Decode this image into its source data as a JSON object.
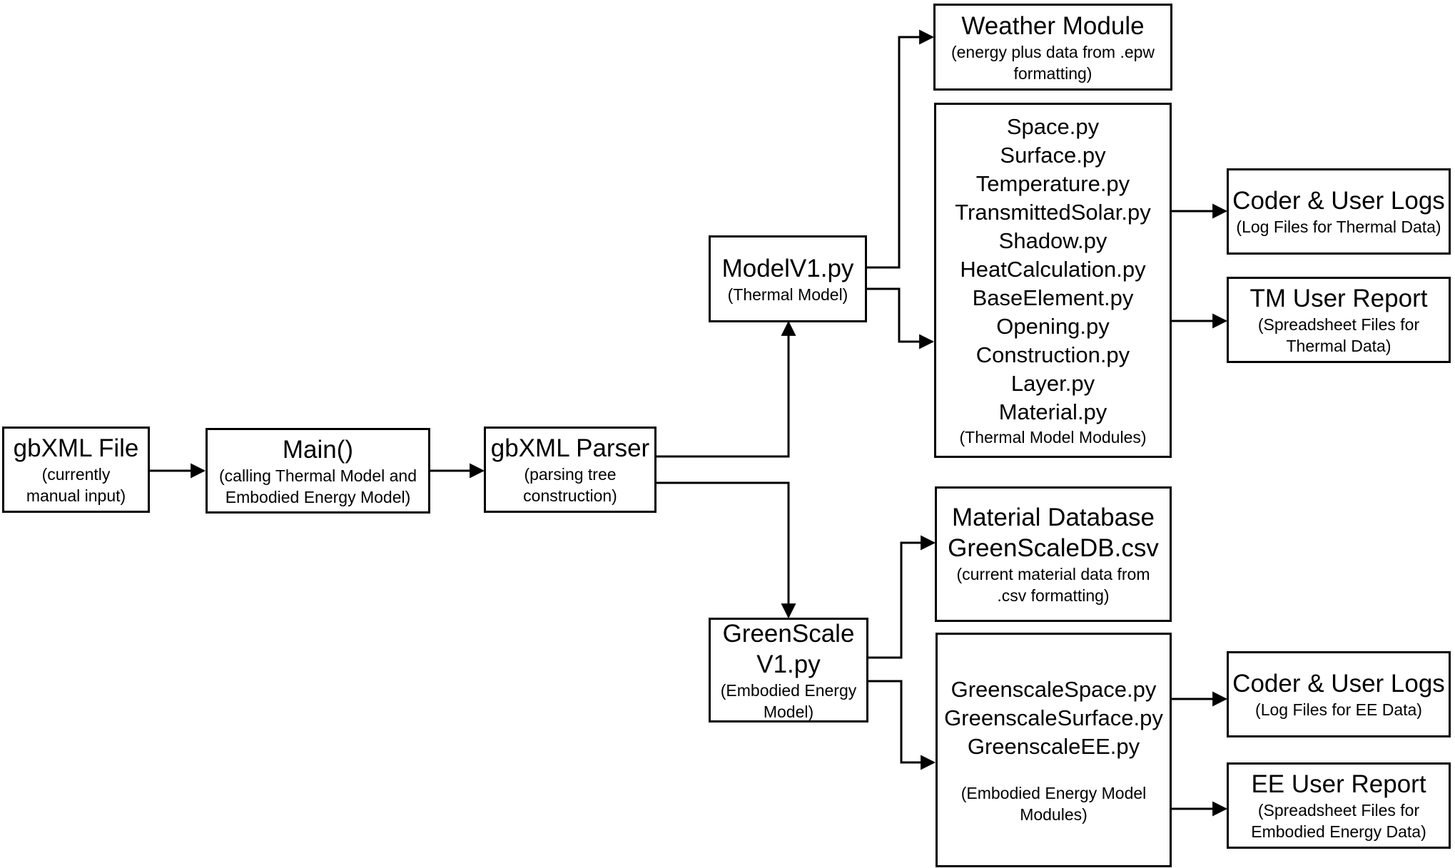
{
  "gbxml_file": {
    "title": "gbXML File",
    "sub1": "(currently",
    "sub2": "manual input)"
  },
  "main_fn": {
    "title": "Main()",
    "sub1": "(calling Thermal Model and",
    "sub2": "Embodied Energy Model)"
  },
  "parser": {
    "title": "gbXML Parser",
    "sub1": "(parsing tree",
    "sub2": "construction)"
  },
  "model_v1": {
    "title": "ModelV1.py",
    "sub": "(Thermal Model)"
  },
  "greenscale_v1": {
    "title1": "GreenScale",
    "title2": "V1.py",
    "sub1": "(Embodied Energy",
    "sub2": "Model)"
  },
  "weather": {
    "title": "Weather Module",
    "sub1": "(energy plus data from .epw",
    "sub2": "formatting)"
  },
  "thermal_modules": {
    "items": [
      "Space.py",
      "Surface.py",
      "Temperature.py",
      "TransmittedSolar.py",
      "Shadow.py",
      "HeatCalculation.py",
      "BaseElement.py",
      "Opening.py",
      "Construction.py",
      "Layer.py",
      "Material.py"
    ],
    "sub": "(Thermal Model Modules)"
  },
  "material_db": {
    "title1": "Material Database",
    "title2": "GreenScaleDB.csv",
    "sub1": "(current material data from",
    "sub2": ".csv formatting)"
  },
  "ee_modules": {
    "items": [
      "GreenscaleSpace.py",
      "GreenscaleSurface.py",
      "GreenscaleEE.py"
    ],
    "sub1": "(Embodied Energy Model",
    "sub2": "Modules)"
  },
  "tm_logs": {
    "title": "Coder & User Logs",
    "sub": "(Log Files for Thermal Data)"
  },
  "tm_report": {
    "title": "TM User Report",
    "sub1": "(Spreadsheet Files for",
    "sub2": "Thermal Data)"
  },
  "ee_logs": {
    "title": "Coder & User Logs",
    "sub": "(Log Files for EE Data)"
  },
  "ee_report": {
    "title": "EE User Report",
    "sub1": "(Spreadsheet Files for",
    "sub2": "Embodied Energy Data)"
  }
}
